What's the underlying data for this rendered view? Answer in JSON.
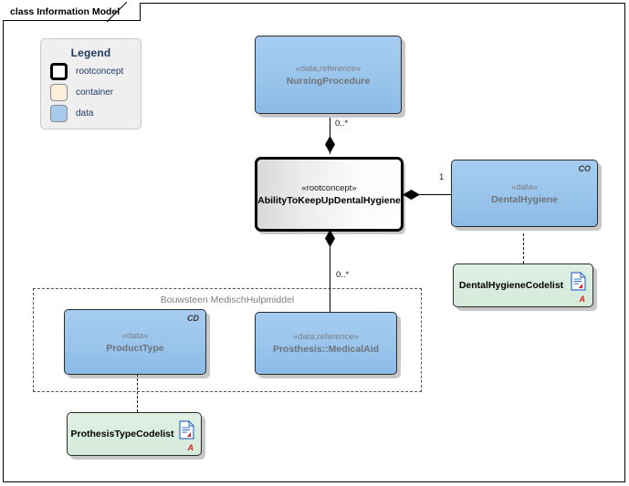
{
  "frame": {
    "tab_label": "class Information Model"
  },
  "legend": {
    "title": "Legend",
    "items": [
      {
        "label": "rootconcept",
        "swatch": "rootconcept"
      },
      {
        "label": "container",
        "swatch": "container"
      },
      {
        "label": "data",
        "swatch": "data"
      }
    ]
  },
  "container": {
    "label": "Bouwsteen MedischHulpmiddel"
  },
  "nodes": {
    "nursing_procedure": {
      "stereotype": "«data,reference»",
      "name": "NursingProcedure",
      "kind": "data"
    },
    "ability": {
      "stereotype": "«rootconcept»",
      "name": "AbilityToKeepUpDentalHygiene",
      "kind": "rootconcept"
    },
    "dental_hygiene": {
      "stereotype": "«data»",
      "name": "DentalHygiene",
      "kind": "data",
      "corner_tag": "CO"
    },
    "dental_hygiene_codelist": {
      "name": "DentalHygieneCodelist",
      "kind": "codelist",
      "marker": "A"
    },
    "product_type": {
      "stereotype": "«data»",
      "name": "ProductType",
      "kind": "data",
      "corner_tag": "CD"
    },
    "medical_aid": {
      "stereotype": "«data,reference»",
      "name": "Prosthesis::MedicalAid",
      "kind": "data"
    },
    "prothesis_type_codelist": {
      "name": "ProthesisTypeCodelist",
      "kind": "codelist",
      "marker": "A"
    }
  },
  "connectors": {
    "nursing_to_ability": {
      "multiplicity": "0..*"
    },
    "ability_to_dental_hygiene": {
      "multiplicity": "1"
    },
    "ability_to_medical_aid": {
      "multiplicity": "0..*"
    }
  },
  "colors": {
    "data_fill": "#9cc6ec",
    "codelist_fill": "#d9edde",
    "legend_bg": "#efefef",
    "legend_text": "#1f3864",
    "marker_red": "#e01b1b",
    "stereotype_gray": "#7b7f85"
  }
}
